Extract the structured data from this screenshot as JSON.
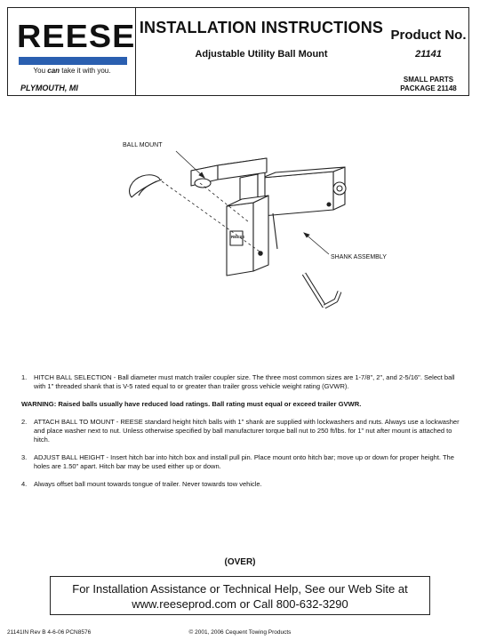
{
  "header": {
    "logo_text": "REESE",
    "tagline_pre": "You ",
    "tagline_em": "can",
    "tagline_post": " take it with you.",
    "city": "PLYMOUTH, MI",
    "title": "INSTALLATION INSTRUCTIONS",
    "subtitle": "Adjustable Utility Ball Mount",
    "product_label": "Product No.",
    "product_number": "21141",
    "small_parts_line1": "SMALL PARTS",
    "small_parts_line2": "PACKAGE 21148"
  },
  "diagram": {
    "label_ball_mount": "BALL MOUNT",
    "label_shank_assembly": "SHANK ASSEMBLY",
    "stamp_text": "REESE"
  },
  "instructions": {
    "steps": [
      {
        "number": "1.",
        "text": "HITCH BALL SELECTION - Ball diameter must match trailer coupler size. The three most common sizes are 1-7/8\", 2\", and 2-5/16\".  Select ball with  1\" threaded shank that is V-5 rated equal to or greater than trailer gross vehicle weight rating (GVWR)."
      },
      {
        "number": "2.",
        "text": "ATTACH BALL TO MOUNT - REESE standard height hitch balls with 1\" shank are supplied with lockwashers and nuts. Always use a lockwasher and place washer next to nut. Unless otherwise specified by ball manufacturer torque ball nut to 250 ft/lbs. for 1\" nut after mount is attached to hitch."
      },
      {
        "number": "3.",
        "text": "ADJUST BALL HEIGHT - Insert hitch bar into hitch box and install pull pin. Place mount onto hitch bar; move up or down for proper height. The holes are 1.50\" apart. Hitch bar may be used either up or down."
      },
      {
        "number": "4.",
        "text": "Always offset ball mount towards tongue of trailer.  Never towards tow vehicle."
      }
    ],
    "warning": "WARNING: Raised balls usually have reduced load ratings.  Ball rating must equal or exceed trailer GVWR."
  },
  "footer": {
    "over": "(OVER)",
    "help_line1": "For Installation Assistance or Technical Help, See our Web Site at",
    "help_line2": "www.reeseprod.com or Call 800-632-3290",
    "doc_code": "21141IN   Rev B 4-6-06   PCN8576",
    "copyright": "© 2001, 2006 Cequent Towing Products"
  },
  "colors": {
    "logo_bar": "#2a5fb0"
  }
}
